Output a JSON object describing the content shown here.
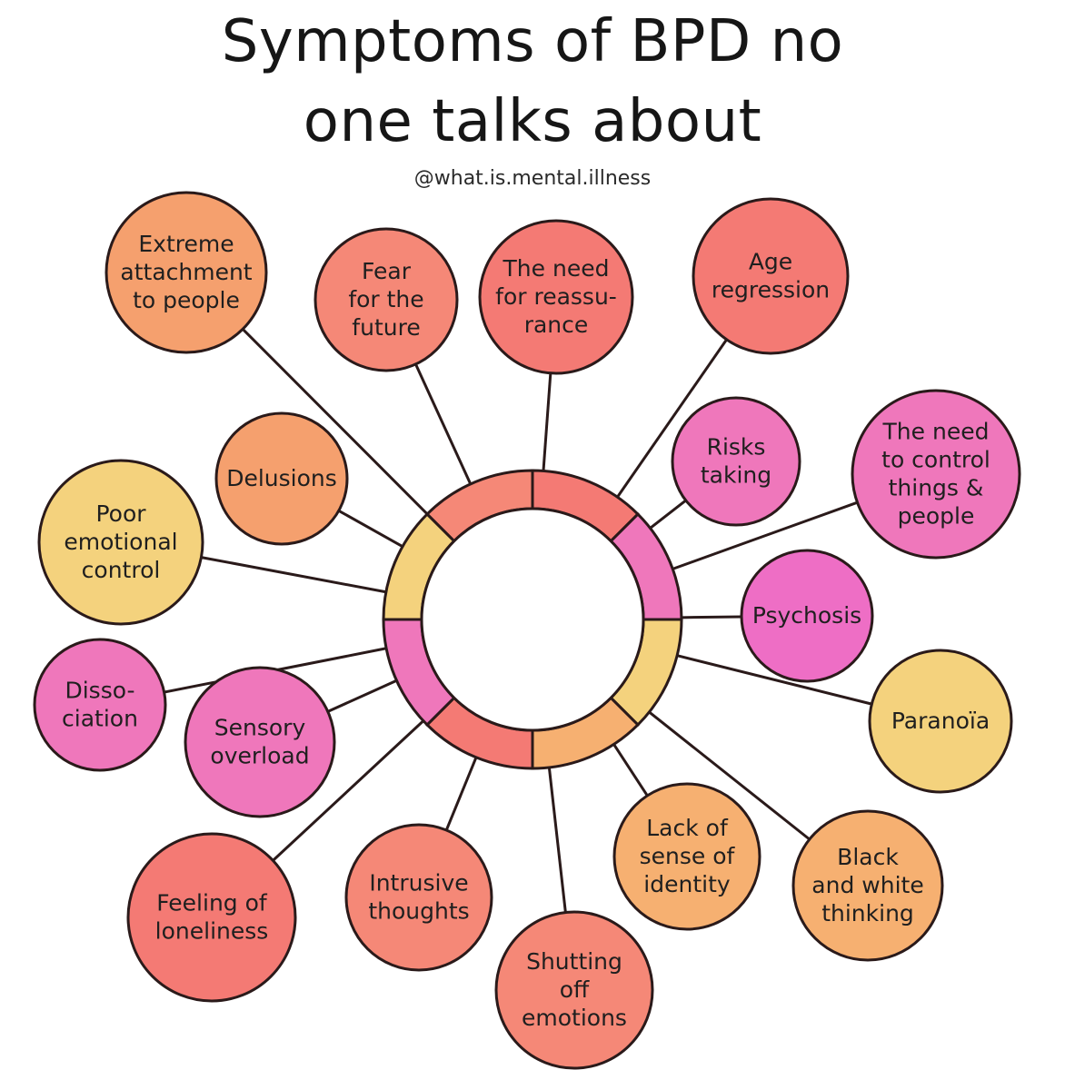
{
  "title": {
    "line1": "Symptoms of BPD no",
    "line2": "one talks about"
  },
  "credit": "@what.is.mental.illness",
  "colors": {
    "orange": "#f5a06e",
    "salmon": "#f58877",
    "coral": "#f47a74",
    "pink": "#ef77bb",
    "magenta": "#ee6ec5",
    "yellow": "#f4d27d",
    "light_orange": "#f6b071",
    "outline": "#2a1a1a"
  },
  "symptoms": [
    {
      "id": "extreme-attachment",
      "lines": [
        "Extreme",
        "attachment",
        "to people"
      ],
      "color": "orange"
    },
    {
      "id": "fear-future",
      "lines": [
        "Fear",
        "for the",
        "future"
      ],
      "color": "salmon"
    },
    {
      "id": "need-reassurance",
      "lines": [
        "The need",
        "for reassu-",
        "rance"
      ],
      "color": "coral"
    },
    {
      "id": "age-regression",
      "lines": [
        "Age",
        "regression"
      ],
      "color": "coral"
    },
    {
      "id": "risks-taking",
      "lines": [
        "Risks",
        "taking"
      ],
      "color": "pink"
    },
    {
      "id": "need-control",
      "lines": [
        "The need",
        "to control",
        "things &",
        "people"
      ],
      "color": "pink"
    },
    {
      "id": "psychosis",
      "lines": [
        "Psychosis"
      ],
      "color": "magenta"
    },
    {
      "id": "paranoia",
      "lines": [
        "Paranoïa"
      ],
      "color": "yellow"
    },
    {
      "id": "black-white-thinking",
      "lines": [
        "Black",
        "and white",
        "thinking"
      ],
      "color": "light_orange"
    },
    {
      "id": "lack-identity",
      "lines": [
        "Lack of",
        "sense of",
        "identity"
      ],
      "color": "light_orange"
    },
    {
      "id": "shutting-off",
      "lines": [
        "Shutting",
        "off",
        "emotions"
      ],
      "color": "salmon"
    },
    {
      "id": "intrusive-thoughts",
      "lines": [
        "Intrusive",
        "thoughts"
      ],
      "color": "salmon"
    },
    {
      "id": "loneliness",
      "lines": [
        "Feeling of",
        "loneliness"
      ],
      "color": "coral"
    },
    {
      "id": "sensory-overload",
      "lines": [
        "Sensory",
        "overload"
      ],
      "color": "pink"
    },
    {
      "id": "dissociation",
      "lines": [
        "Disso-",
        "ciation"
      ],
      "color": "pink"
    },
    {
      "id": "poor-emotional-control",
      "lines": [
        "Poor",
        "emotional",
        "control"
      ],
      "color": "yellow"
    },
    {
      "id": "delusions",
      "lines": [
        "Delusions"
      ],
      "color": "orange"
    }
  ],
  "ring_segments": [
    {
      "id": "top-left",
      "color": "salmon"
    },
    {
      "id": "top-right",
      "color": "coral"
    },
    {
      "id": "right-upper",
      "color": "pink"
    },
    {
      "id": "right-lower",
      "color": "yellow"
    },
    {
      "id": "bottom-right",
      "color": "light_orange"
    },
    {
      "id": "bottom-left",
      "color": "coral"
    },
    {
      "id": "left-lower",
      "color": "pink"
    },
    {
      "id": "left-upper",
      "color": "yellow"
    }
  ]
}
